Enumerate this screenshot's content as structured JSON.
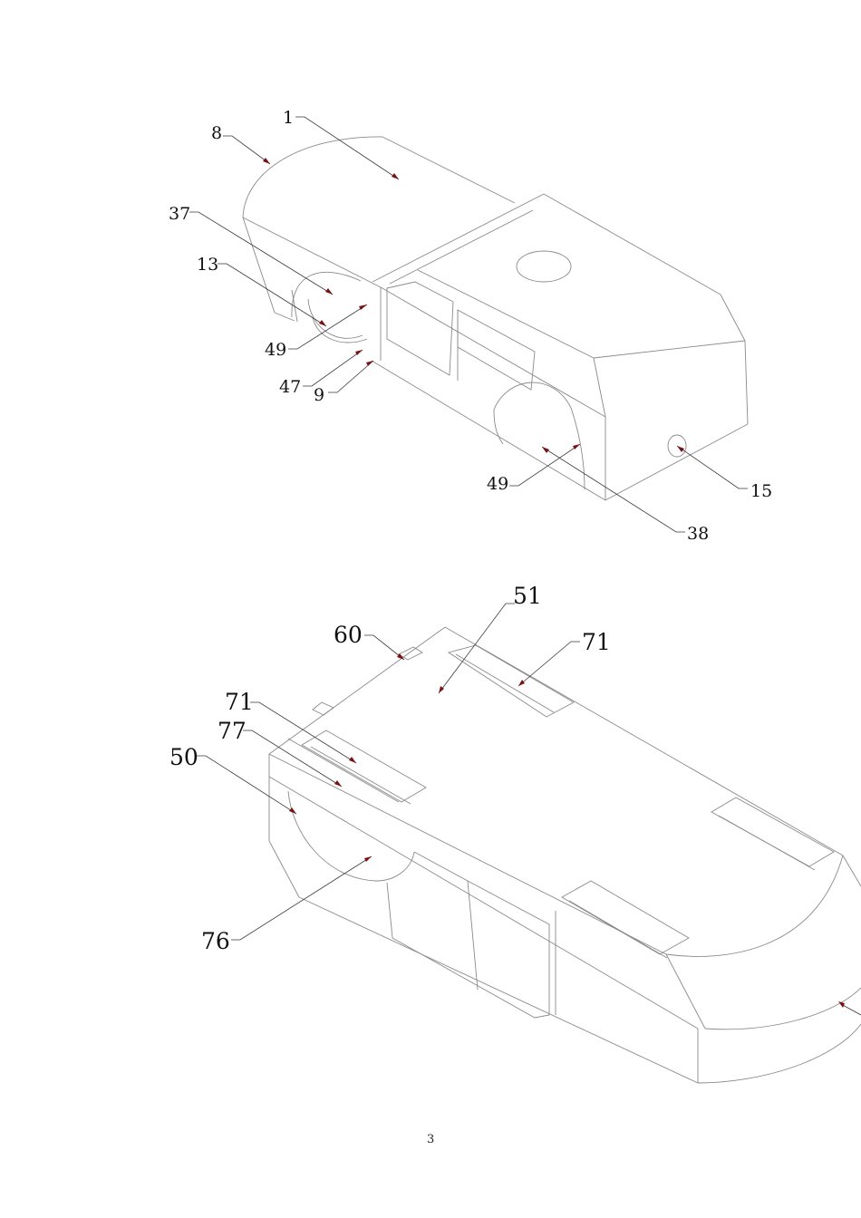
{
  "page_number": "3",
  "figure_top": {
    "labels": [
      "1",
      "8",
      "37",
      "13",
      "49",
      "47",
      "9",
      "49",
      "15",
      "38"
    ]
  },
  "figure_bottom": {
    "labels": [
      "51",
      "60",
      "71",
      "71",
      "77",
      "50",
      "76"
    ]
  }
}
